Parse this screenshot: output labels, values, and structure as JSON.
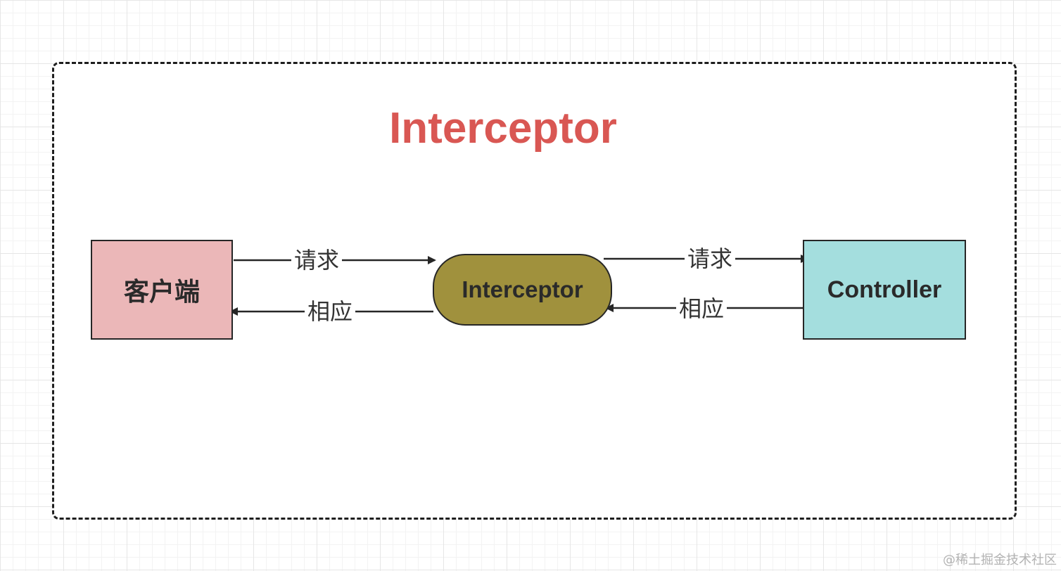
{
  "diagram": {
    "title": "Interceptor",
    "nodes": {
      "client": "客户端",
      "interceptor": "Interceptor",
      "controller": "Controller"
    },
    "edges": {
      "client_to_interceptor": "请求",
      "interceptor_to_client": "相应",
      "interceptor_to_controller": "请求",
      "controller_to_interceptor": "相应"
    },
    "colors": {
      "title": "#d95753",
      "client_fill": "#ebb7b8",
      "interceptor_fill": "#a0913d",
      "controller_fill": "#a4dede",
      "stroke": "#262626"
    }
  },
  "watermark": "@稀土掘金技术社区"
}
